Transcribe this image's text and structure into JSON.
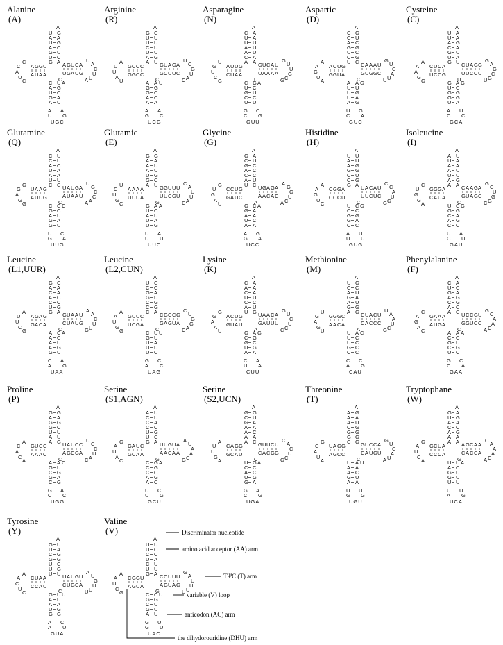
{
  "trnas": [
    {
      "name": "Alanine",
      "code": "(A)"
    },
    {
      "name": "Arginine",
      "code": "(R)"
    },
    {
      "name": "Asparagine",
      "code": "(N)"
    },
    {
      "name": "Aspartic",
      "code": "(D)"
    },
    {
      "name": "Cysteine",
      "code": "(C)"
    },
    {
      "name": "Glutamine",
      "code": "(Q)"
    },
    {
      "name": "Glutamic",
      "code": "(E)"
    },
    {
      "name": "Glycine",
      "code": "(G)"
    },
    {
      "name": "Histidine",
      "code": "(H)"
    },
    {
      "name": "Isoleucine",
      "code": "(I)"
    },
    {
      "name": "Leucine",
      "code": "(L1,UUR)"
    },
    {
      "name": "Leucine",
      "code": "(L2,CUN)"
    },
    {
      "name": "Lysine",
      "code": "(K)"
    },
    {
      "name": "Methionine",
      "code": "(M)"
    },
    {
      "name": "Phenylalanine",
      "code": "(F)"
    },
    {
      "name": "Proline",
      "code": "(P)"
    },
    {
      "name": "Serine",
      "code": "(S1,AGN)"
    },
    {
      "name": "Serine",
      "code": "(S2,UCN)"
    },
    {
      "name": "Threonine",
      "code": "(T)"
    },
    {
      "name": "Tryptophane",
      "code": "(W)"
    },
    {
      "name": "Tyrosine",
      "code": "(Y)"
    },
    {
      "name": "Valine",
      "code": "(V)"
    }
  ],
  "anticodons": [
    "UGC",
    "UCG",
    "GUU",
    "GUC",
    "GCA",
    "UUG",
    "UUC",
    "UCC",
    "GUG",
    "GAU",
    "UAA",
    "UAG",
    "CUU",
    "CAU",
    "GAA",
    "UGG",
    "GCU",
    "UGA",
    "UGU",
    "UCA",
    "GUA",
    "UAC"
  ],
  "legend": {
    "discriminator": "Discriminator nucleotide",
    "acceptor": "amino acid acceptor (AA) arm",
    "tpsic": "TΨC (T) arm",
    "variable": "variable (V) loop",
    "anticodon": "anticodon (AC) arm",
    "dhu": "the dihydorouridine (DHU) arm"
  },
  "nucleotides": [
    "A",
    "U",
    "G",
    "C"
  ]
}
